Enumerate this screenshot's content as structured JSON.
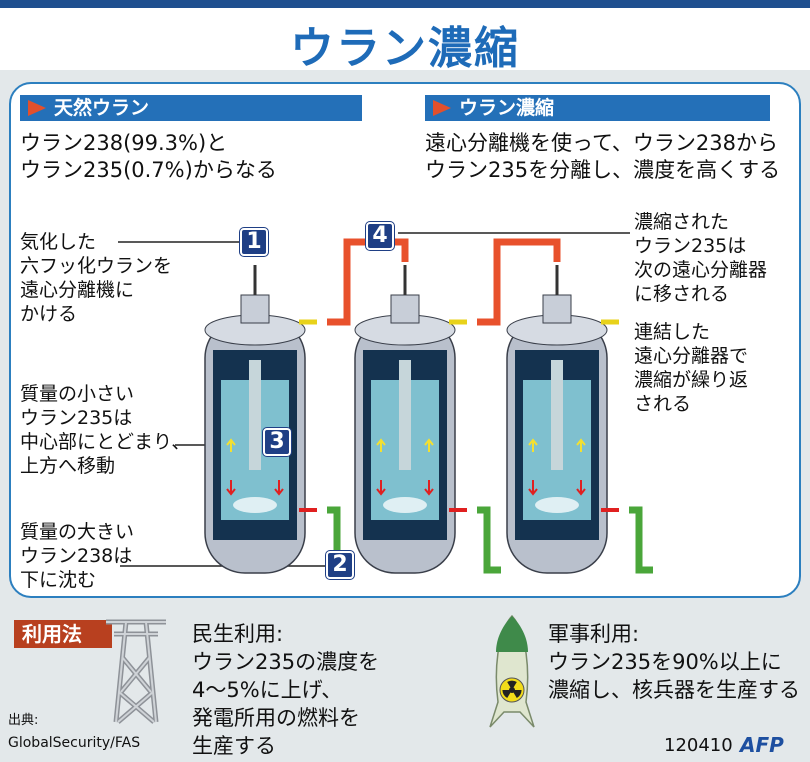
{
  "title": "ウラン濃縮",
  "natural": {
    "header": "天然ウラン",
    "lines": [
      "ウラン238(99.3%)と",
      "ウラン235(0.7%)からなる"
    ]
  },
  "enrich": {
    "header": "ウラン濃縮",
    "lines": [
      "遠心分離機を使って、ウラン238から",
      "ウラン235を分離し、濃度を高くする"
    ]
  },
  "steps": [
    {
      "num": "1",
      "lines": [
        "気化した",
        "六フッ化ウランを",
        "遠心分離機に",
        "かける"
      ]
    },
    {
      "num": "2",
      "lines": [
        "質量の大きい",
        "ウラン238は",
        "下に沈む"
      ]
    },
    {
      "num": "3",
      "lines": [
        "質量の小さい",
        "ウラン235は",
        "中心部にとどまり、",
        "上方へ移動"
      ]
    },
    {
      "num": "4",
      "lines": [
        "濃縮された",
        "ウラン235は",
        "次の遠心分離器",
        "に移される"
      ]
    }
  ],
  "cascade_note": [
    "連結した",
    "遠心分離器で",
    "濃縮が繰り返",
    "される"
  ],
  "usage": {
    "label": "利用法",
    "civil": {
      "title": "民生利用:",
      "lines": [
        "ウラン235の濃度を",
        "4〜5%に上げ、",
        "発電所用の燃料を",
        "生産する"
      ]
    },
    "military": {
      "title": "軍事利用:",
      "lines": [
        "ウラン235を90%以上に",
        "濃縮し、核兵器を生産する"
      ]
    }
  },
  "source": {
    "label": "出典:",
    "value": "GlobalSecurity/FAS"
  },
  "credit": {
    "code": "120410",
    "logo": "AFP"
  },
  "colors": {
    "title": "#1e6bb8",
    "header": "#2470b8",
    "enriched_pipe": "#e8512c",
    "depleted_pipe": "#4aa63a",
    "badge": "#1f3f85"
  },
  "centrifuge_count": 3
}
